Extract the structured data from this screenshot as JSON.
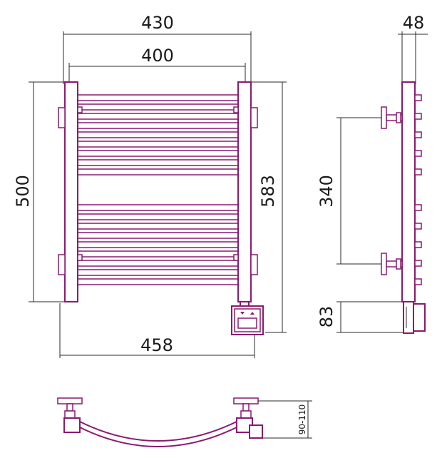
{
  "front_view": {
    "dim_top_outer": "430",
    "dim_top_inner": "400",
    "dim_left_height": "500",
    "dim_right_height": "583",
    "dim_bottom_width": "458"
  },
  "side_view": {
    "dim_depth": "48",
    "dim_mount_spacing": "340",
    "dim_box_height": "83"
  },
  "bottom_view": {
    "dim_wall_offset": "90-110"
  },
  "colors": {
    "outline": "#8a1a6e",
    "dimension_line": "#2a2a2a"
  }
}
